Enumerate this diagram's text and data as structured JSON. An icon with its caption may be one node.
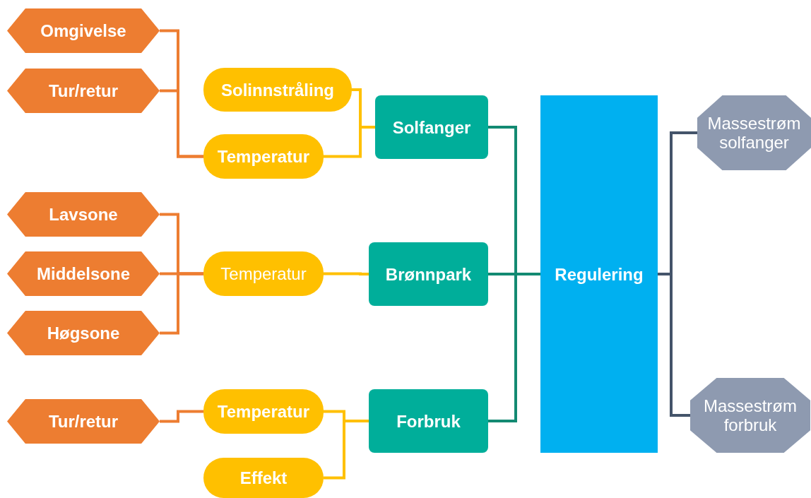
{
  "diagram": {
    "nodes": [
      {
        "text": [
          "Omgivelse"
        ]
      },
      {
        "text": [
          "Tur/retur"
        ]
      },
      {
        "text": [
          "Solinnstråling"
        ]
      },
      {
        "text": [
          "Temperatur"
        ]
      },
      {
        "text": [
          "Solfanger"
        ]
      },
      {
        "text": [
          "Regulering"
        ]
      },
      {
        "text": [
          "Massestrøm solfanger"
        ]
      },
      {
        "text": [
          "Lavsone"
        ]
      },
      {
        "text": [
          "Middelsone"
        ]
      },
      {
        "text": [
          "Temperatur"
        ]
      },
      {
        "text": [
          "Brønnpark"
        ]
      },
      {
        "text": [
          "Høgsone"
        ]
      },
      {
        "text": [
          "Massestrøm forbruk"
        ]
      },
      {
        "text": [
          "Tur/retur"
        ]
      },
      {
        "text": [
          "Temperatur"
        ]
      },
      {
        "text": [
          "Forbruk"
        ]
      },
      {
        "text": [
          "Effekt"
        ]
      }
    ],
    "edges": [
      {
        "from": 0,
        "to": 3,
        "arrow": "none",
        "color": "#ed7d31"
      },
      {
        "from": 1,
        "to": 3,
        "arrow": "none",
        "color": "#ed7d31"
      },
      {
        "from": 7,
        "to": 9,
        "arrow": "none",
        "color": "#ed7d31"
      },
      {
        "from": 8,
        "to": 9,
        "arrow": "none",
        "color": "#ed7d31"
      },
      {
        "from": 11,
        "to": 9,
        "arrow": "none",
        "color": "#ed7d31"
      },
      {
        "from": 13,
        "to": 14,
        "arrow": "none",
        "color": "#ed7d31"
      },
      {
        "from": 2,
        "to": 4,
        "arrow": "none",
        "color": "#ffc000"
      },
      {
        "from": 3,
        "to": 4,
        "arrow": "none",
        "color": "#ffc000"
      },
      {
        "from": 9,
        "to": 10,
        "arrow": "none",
        "color": "#ffc000"
      },
      {
        "from": 14,
        "to": 15,
        "arrow": "none",
        "color": "#ffc000"
      },
      {
        "from": 16,
        "to": 15,
        "arrow": "none",
        "color": "#ffc000"
      },
      {
        "from": 4,
        "to": 5,
        "arrow": "none",
        "color": "#138a72"
      },
      {
        "from": 10,
        "to": 5,
        "arrow": "none",
        "color": "#138a72"
      },
      {
        "from": 15,
        "to": 5,
        "arrow": "none",
        "color": "#138a72"
      },
      {
        "from": 5,
        "to": 6,
        "arrow": "none",
        "color": "#44546a"
      },
      {
        "from": 5,
        "to": 12,
        "arrow": "none",
        "color": "#44546a"
      }
    ]
  }
}
